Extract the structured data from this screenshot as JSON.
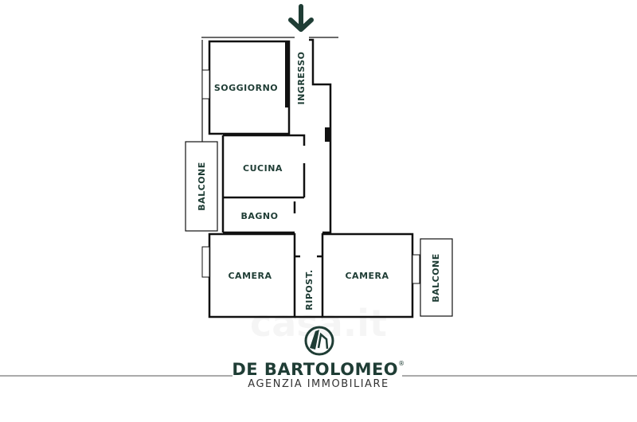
{
  "rooms": {
    "soggiorno": "SOGGIORNO",
    "ingresso": "INGRESSO",
    "cucina": "CUCINA",
    "bagno": "BAGNO",
    "balcone_left": "BALCONE",
    "camera_left": "CAMERA",
    "ripostiglio": "RIPOST.",
    "camera_right": "CAMERA",
    "balcone_right": "BALCONE"
  },
  "brand": {
    "name": "DE BARTOLOMEO",
    "registered": "®",
    "subtitle": "AGENZIA IMMOBILIARE"
  },
  "watermark": "casa.it",
  "colors": {
    "accent": "#1f3d35"
  }
}
